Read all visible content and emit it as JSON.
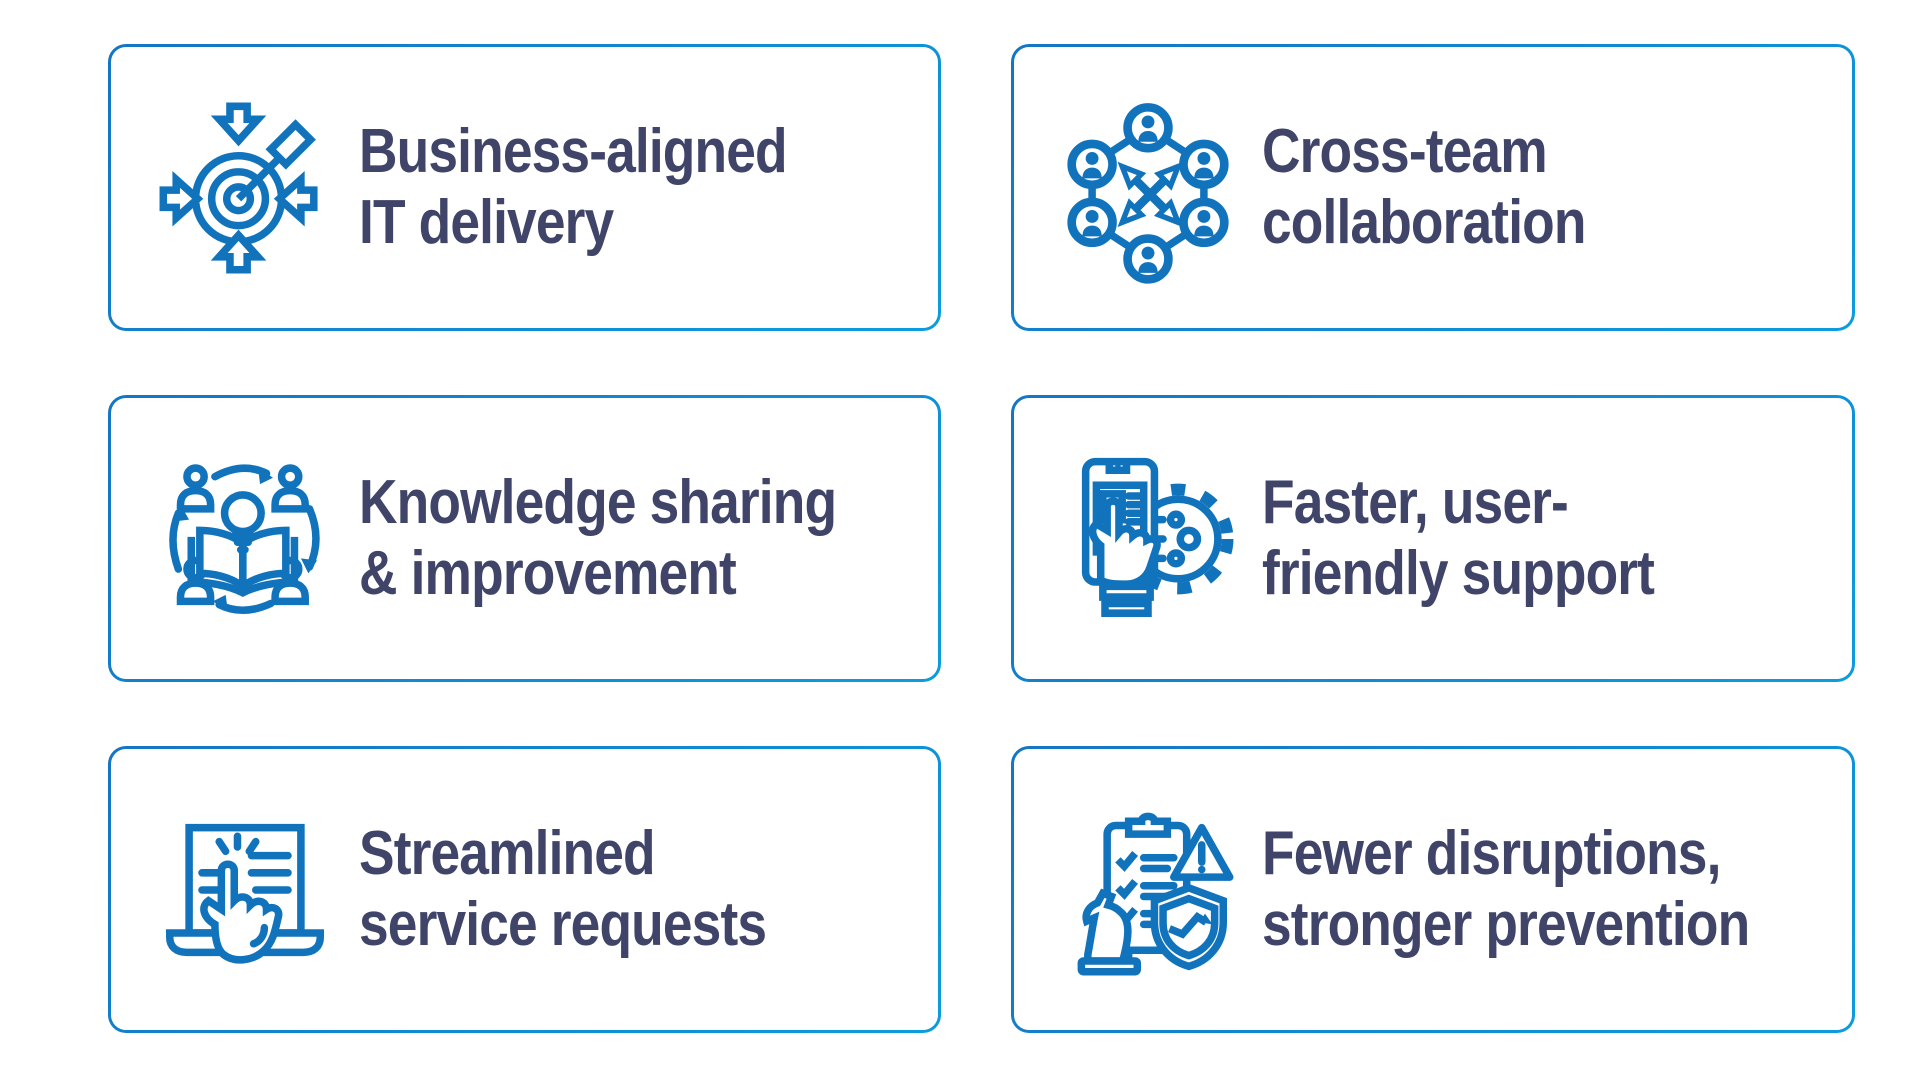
{
  "page": {
    "background": "#ffffff"
  },
  "colors": {
    "icon_blue": "#1173BC",
    "card_border_gradient_start": "#1475C4",
    "card_border_gradient_end": "#0C9CDE",
    "title_text": "#3F4468",
    "card_background": "#FFFFFF"
  },
  "cards": [
    {
      "icon": "target-arrows-icon",
      "line1": "Business-aligned",
      "line2": "IT delivery"
    },
    {
      "icon": "team-network-icon",
      "line1": "Cross-team",
      "line2": "collaboration"
    },
    {
      "icon": "knowledge-sharing-icon",
      "line1": "Knowledge sharing",
      "line2": "& improvement"
    },
    {
      "icon": "phone-gear-support-icon",
      "line1": "Faster, user-",
      "line2": "friendly support"
    },
    {
      "icon": "laptop-click-icon",
      "line1": "Streamlined",
      "line2": "service requests"
    },
    {
      "icon": "clipboard-shield-knight-icon",
      "line1": "Fewer disruptions,",
      "line2": "stronger prevention"
    }
  ]
}
